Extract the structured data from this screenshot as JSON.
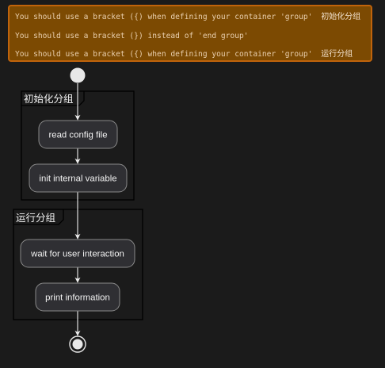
{
  "warning": {
    "lines": [
      {
        "text": "You should use a bracket ({) when defining your container 'group'",
        "cjk": "初始化分组"
      },
      {
        "text": "You should use a bracket (}) instead of 'end group'",
        "cjk": ""
      },
      {
        "text": "You should use a bracket ({) when defining your container 'group'",
        "cjk": "运行分组"
      }
    ]
  },
  "groups": {
    "init": {
      "title": "初始化分组"
    },
    "run": {
      "title": "运行分组"
    }
  },
  "activities": {
    "read_config": "read config file",
    "init_vars": "init internal variable",
    "wait_input": "wait for user interaction",
    "print_info": "print information"
  },
  "colors": {
    "background": "#1b1b1b",
    "warning_fill": "#7c4a02",
    "warning_border": "#c0630b",
    "warning_text": "#e9cfae",
    "node_fill": "#2f2f33",
    "node_border": "#8a8a8a",
    "edge": "#eeeeee",
    "group_border": "#000000"
  }
}
